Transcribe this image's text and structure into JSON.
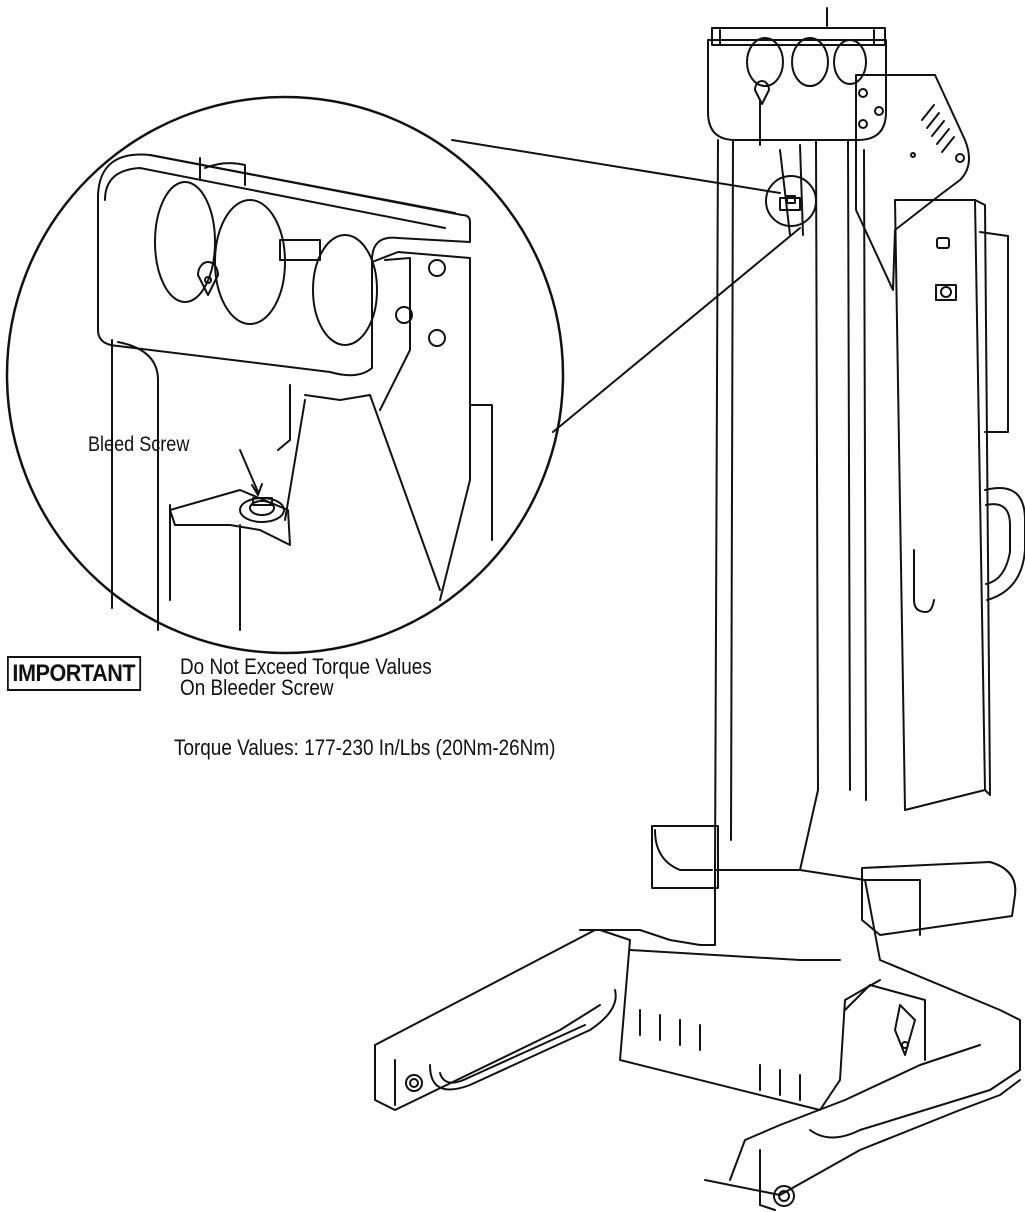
{
  "callout": {
    "label": "Bleed Screw"
  },
  "notice": {
    "badge": "IMPORTANT",
    "line1": "Do Not Exceed Torque Values",
    "line2": "On Bleeder Screw"
  },
  "torque": {
    "spec": "Torque Values: 177-230 In/Lbs (20Nm-26Nm)"
  },
  "colors": {
    "line": "#111111",
    "background": "#ffffff"
  }
}
